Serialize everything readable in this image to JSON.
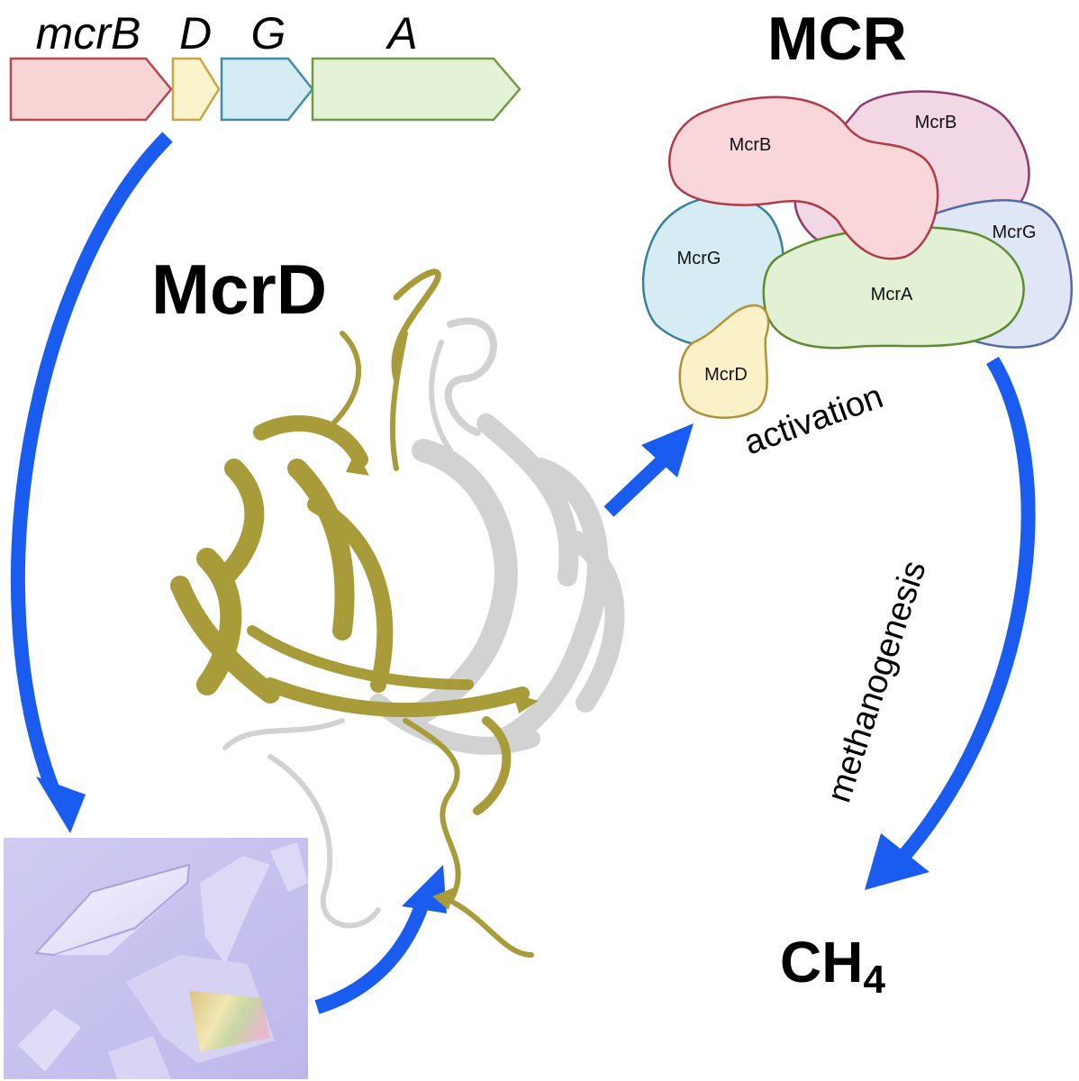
{
  "genes": [
    {
      "label": "mcrB",
      "fill": "#f9d6d6",
      "stroke": "#b8464c"
    },
    {
      "label": "D",
      "fill": "#fbf3cc",
      "stroke": "#c9a545"
    },
    {
      "label": "G",
      "fill": "#d5ecf4",
      "stroke": "#3f8ea6"
    },
    {
      "label": "A",
      "fill": "#e4f2d6",
      "stroke": "#6e9a4a"
    }
  ],
  "protein_title": "McrD",
  "complex_title": "MCR",
  "subunits": {
    "mcrb_front": "McrB",
    "mcrb_back": "McrB",
    "mcrg_left": "McrG",
    "mcrg_right": "McrG",
    "mcra": "McrA",
    "mcrd": "McrD"
  },
  "activation_label": "activation",
  "methanogenesis_label": "methanogenesis",
  "product": {
    "base": "CH",
    "subscript": "4"
  },
  "colors": {
    "arrow": "#1a5cf0",
    "mcrB": "#f9d6d8",
    "mcrB_stroke": "#b03a48",
    "mcrB_back": "#f1d8e4",
    "mcrB_back_stroke": "#8e3a6a",
    "mcrG": "#d6ecf4",
    "mcrG_stroke": "#3a7f99",
    "mcrG_back": "#dfe6f6",
    "mcrG_back_stroke": "#5568a8",
    "mcrA": "#e2f1d4",
    "mcrA_stroke": "#5e8a32",
    "mcrD": "#fbf1c8",
    "mcrD_stroke": "#b09238",
    "ribbon_olive": "#a59a3a",
    "ribbon_grey": "#d4d4d4",
    "crystal_bg": "#c9c6ee"
  }
}
